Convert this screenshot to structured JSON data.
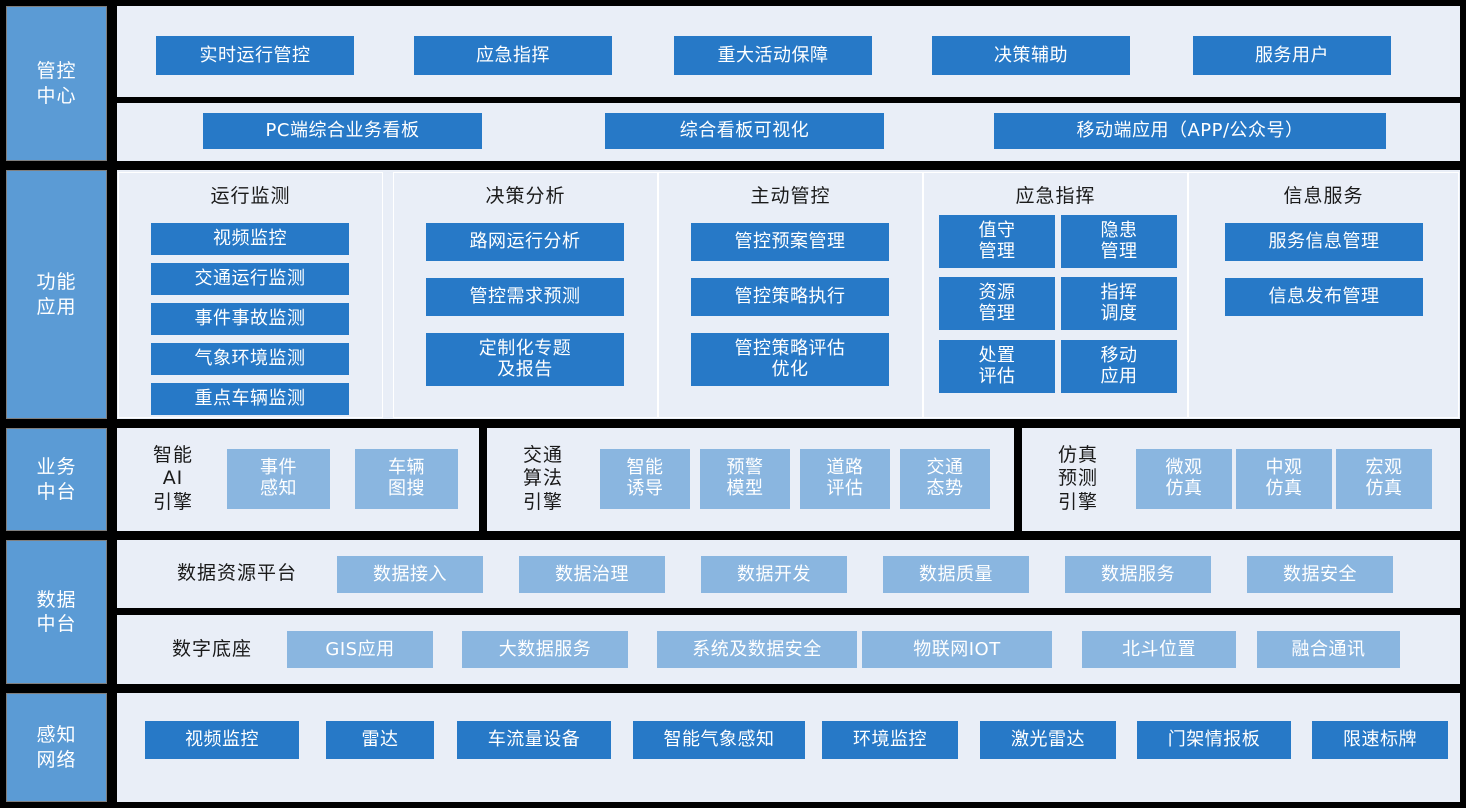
{
  "colors": {
    "background": "#000000",
    "rail": "#5b9bd5",
    "panel": "#e9eef7",
    "chip_dark": "#2779c7",
    "chip_light": "#8ab6e0",
    "text_light": "#ffffff",
    "text_dark": "#1a1a1a"
  },
  "rails": [
    {
      "id": "control-center",
      "label": "管控\n中心"
    },
    {
      "id": "functional-apps",
      "label": "功能\n应用"
    },
    {
      "id": "business-platform",
      "label": "业务\n中台"
    },
    {
      "id": "data-platform",
      "label": "数据\n中台"
    },
    {
      "id": "perception-network",
      "label": "感知\n网络"
    }
  ],
  "control_center": {
    "row1": [
      "实时运行管控",
      "应急指挥",
      "重大活动保障",
      "决策辅助",
      "服务用户"
    ],
    "row2": [
      "PC端综合业务看板",
      "综合看板可视化",
      "移动端应用（APP/公众号）"
    ]
  },
  "functional_apps": {
    "columns": [
      {
        "title": "运行监测",
        "layout": "single",
        "items": [
          "视频监控",
          "交通运行监测",
          "事件事故监测",
          "气象环境监测",
          "重点车辆监测"
        ]
      },
      {
        "title": "决策分析",
        "layout": "single",
        "items": [
          "路网运行分析",
          "管控需求预测",
          "定制化专题\n及报告"
        ]
      },
      {
        "title": "主动管控",
        "layout": "single",
        "items": [
          "管控预案管理",
          "管控策略执行",
          "管控策略评估\n优化"
        ]
      },
      {
        "title": "应急指挥",
        "layout": "grid2",
        "items": [
          "值守\n管理",
          "隐患\n管理",
          "资源\n管理",
          "指挥\n调度",
          "处置\n评估",
          "移动\n应用"
        ]
      },
      {
        "title": "信息服务",
        "layout": "single",
        "items": [
          "服务信息管理",
          "信息发布管理"
        ]
      }
    ]
  },
  "business_platform": {
    "groups": [
      {
        "label": "智能\nAI\n引擎",
        "items": [
          "事件\n感知",
          "车辆\n图搜"
        ]
      },
      {
        "label": "交通\n算法\n引擎",
        "items": [
          "智能\n诱导",
          "预警\n模型",
          "道路\n评估",
          "交通\n态势"
        ]
      },
      {
        "label": "仿真\n预测\n引擎",
        "items": [
          "微观\n仿真",
          "中观\n仿真",
          "宏观\n仿真"
        ]
      }
    ]
  },
  "data_platform": {
    "rows": [
      {
        "label": "数据资源平台",
        "items": [
          "数据接入",
          "数据治理",
          "数据开发",
          "数据质量",
          "数据服务",
          "数据安全"
        ]
      },
      {
        "label": "数字底座",
        "items": [
          "GIS应用",
          "大数据服务",
          "系统及数据安全",
          "物联网IOT",
          "北斗位置",
          "融合通讯"
        ]
      }
    ]
  },
  "perception_network": {
    "items": [
      "视频监控",
      "雷达",
      "车流量设备",
      "智能气象感知",
      "环境监控",
      "激光雷达",
      "门架情报板",
      "限速标牌"
    ]
  }
}
